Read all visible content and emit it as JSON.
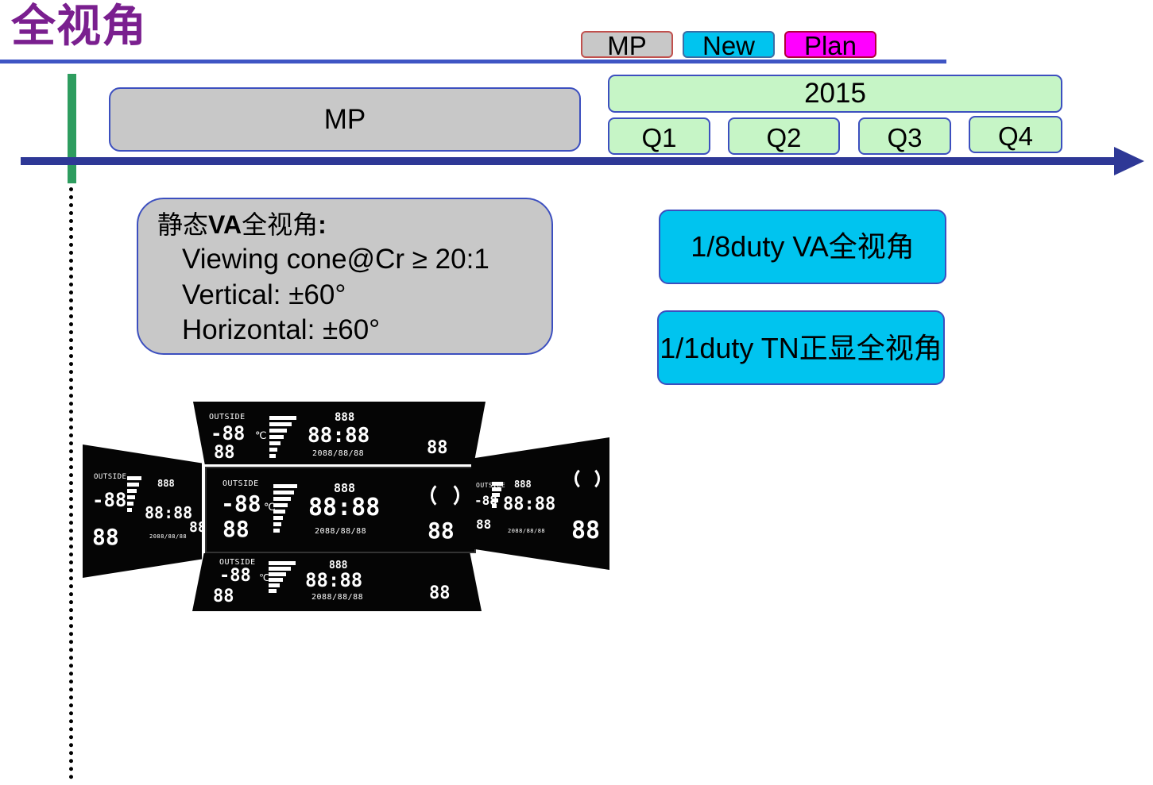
{
  "title": "全视角",
  "legend": {
    "mp": "MP",
    "new": "New",
    "plan": "Plan",
    "colors": {
      "mp": "#c8c8c8",
      "new": "#00c4ef",
      "plan": "#ff00ff"
    }
  },
  "timeline": {
    "mp_label": "MP",
    "year": "2015",
    "quarters": [
      "Q1",
      "Q2",
      "Q3",
      "Q4"
    ]
  },
  "spec": {
    "heading_prefix": "静态",
    "heading_bold": "VA",
    "heading_suffix": "全视角",
    "heading_colon": ":",
    "lines": [
      "Viewing cone@Cr ≥ 20:1",
      "Vertical: ±60°",
      "Horizontal:  ±60°"
    ]
  },
  "plans": [
    "1/8duty VA全视角",
    "1/1duty TN正显全视角"
  ],
  "lcd": {
    "outside_label": "OUTSIDE",
    "temp": "-88",
    "unit": "℃",
    "small_digits": "88",
    "clock": "88:88",
    "top_digits": "888",
    "date": "2088/88/88",
    "right_digits": "88"
  }
}
